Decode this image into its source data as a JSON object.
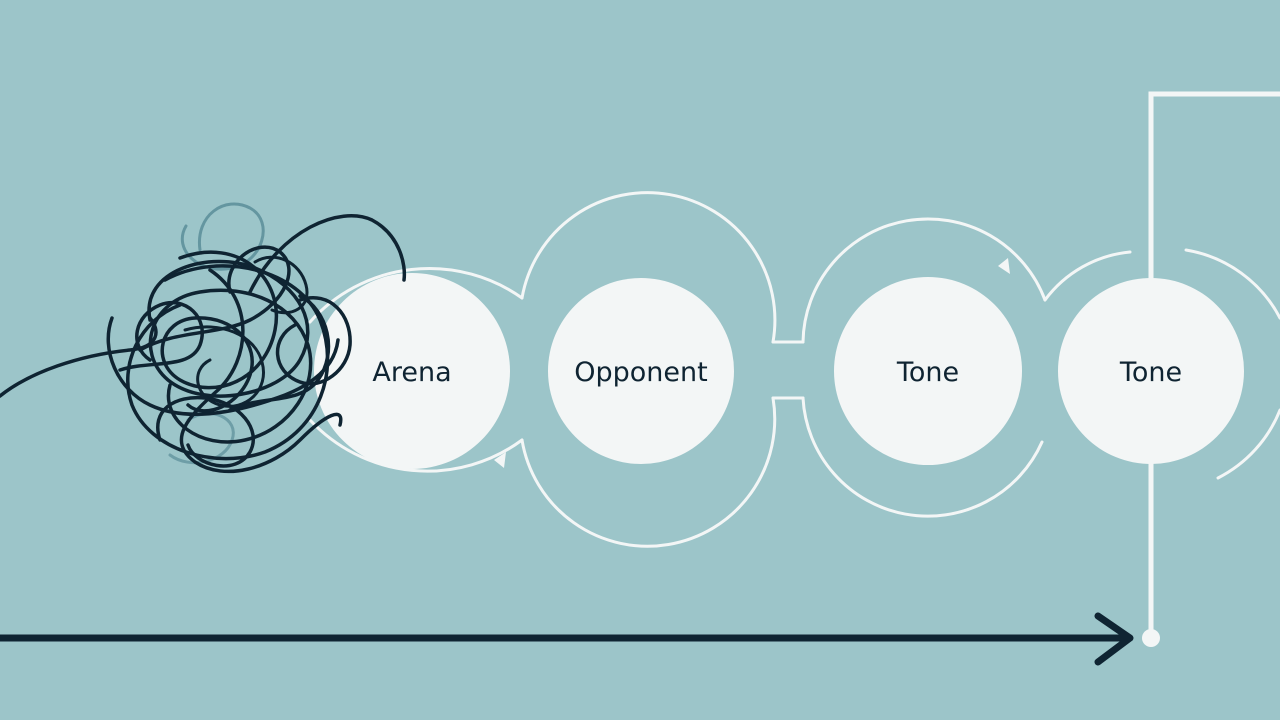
{
  "colors": {
    "background": "#9cc5c9",
    "node_fill": "#f3f6f6",
    "outline": "#f3f6f6",
    "ink": "#0f2432"
  },
  "nodes": [
    {
      "label": "Arena"
    },
    {
      "label": "Opponent"
    },
    {
      "label": "Tone"
    },
    {
      "label": "Tone"
    }
  ],
  "decorations": {
    "tangle": "scribble-knot-icon",
    "timeline": "arrow-right-icon"
  }
}
